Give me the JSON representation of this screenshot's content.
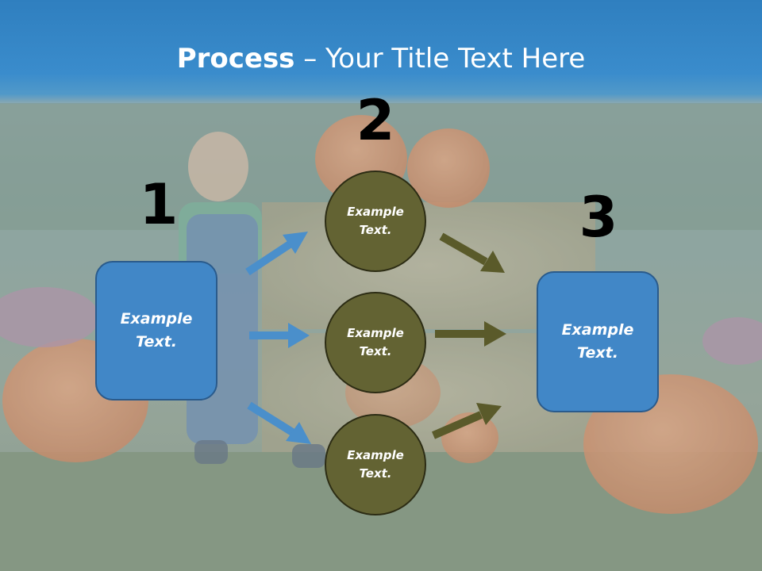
{
  "slide": {
    "title_bold": "Process",
    "title_rest": " – Your Title Text Here"
  },
  "steps": {
    "one": "1",
    "two": "2",
    "three": "3"
  },
  "left_box": {
    "text": "Example Text."
  },
  "right_box": {
    "text": "Example Text."
  },
  "circles": [
    {
      "text": "Example Text."
    },
    {
      "text": "Example Text."
    },
    {
      "text": "Example Text."
    }
  ],
  "colors": {
    "title_band": "#3a8ccc",
    "box_fill": "#4187c7",
    "box_border": "#2a5b8c",
    "circle_fill": "#636333",
    "blue_arrow": "#4a8fcb",
    "olive_arrow": "#5a5a2a"
  }
}
